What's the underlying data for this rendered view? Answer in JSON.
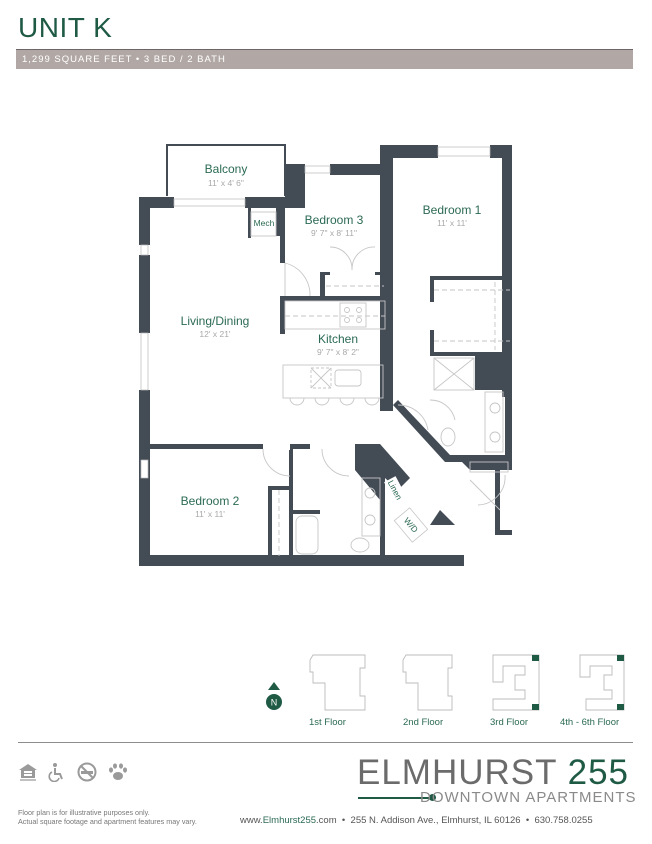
{
  "header": {
    "title": "UNIT K",
    "specs": "1,299 SQUARE FEET  •  3 BED / 2 BATH"
  },
  "rooms": {
    "balcony": {
      "label": "Balcony",
      "dims": "11' x 4' 6\""
    },
    "mech": {
      "label": "Mech"
    },
    "bedroom3": {
      "label": "Bedroom 3",
      "dims": "9' 7\" x 8' 11\""
    },
    "bedroom1": {
      "label": "Bedroom 1",
      "dims": "11' x 11'"
    },
    "living_dining": {
      "label": "Living/Dining",
      "dims": "12' x 21'"
    },
    "kitchen": {
      "label": "Kitchen",
      "dims": "9' 7\" x 8' 2\""
    },
    "bedroom2": {
      "label": "Bedroom 2",
      "dims": "11' x 11'"
    },
    "linen": {
      "label": "Linen"
    },
    "wd": {
      "label": "W/D"
    }
  },
  "key_plan": {
    "compass": "N",
    "floors": [
      {
        "label": "1st Floor"
      },
      {
        "label": "2nd Floor"
      },
      {
        "label": "3rd Floor"
      },
      {
        "label": "4th - 6th Floor"
      }
    ]
  },
  "footer": {
    "icons": [
      "equal-housing-icon",
      "accessible-icon",
      "no-smoking-icon",
      "pet-friendly-icon"
    ],
    "disclaimer_line1": "Floor plan is for illustrative purposes only.",
    "disclaimer_line2": "Actual square footage and apartment features may vary.",
    "brand_name": "ELMHURST",
    "brand_number": "255",
    "brand_tagline": "DOWNTOWN APARTMENTS",
    "url_prefix": "www.",
    "url_domain": "Elmhurst255",
    "url_suffix": ".com",
    "address": "255 N. Addison Ave., Elmhurst, IL 60126",
    "phone": "630.758.0255",
    "separator": "•"
  },
  "colors": {
    "brand_green": "#1f5a45",
    "wall": "#434b55",
    "spec_bar": "#b1a8a5"
  }
}
